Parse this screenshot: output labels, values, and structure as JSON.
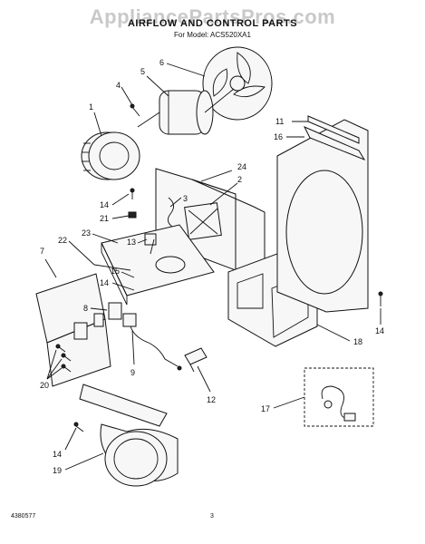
{
  "watermark": "AppliancePartsPros.com",
  "title": "AIRFLOW AND CONTROL PARTS",
  "subtitle": "For Model: ACS520XA1",
  "doc_number": "4380577",
  "page_number": "3",
  "callouts": [
    {
      "id": "c1",
      "label": "1"
    },
    {
      "id": "c2",
      "label": "2"
    },
    {
      "id": "c3",
      "label": "3"
    },
    {
      "id": "c4",
      "label": "4"
    },
    {
      "id": "c5",
      "label": "5"
    },
    {
      "id": "c6",
      "label": "6"
    },
    {
      "id": "c7",
      "label": "7"
    },
    {
      "id": "c8",
      "label": "8"
    },
    {
      "id": "c9",
      "label": "9"
    },
    {
      "id": "c11",
      "label": "11"
    },
    {
      "id": "c12",
      "label": "12"
    },
    {
      "id": "c13",
      "label": "13"
    },
    {
      "id": "c14a",
      "label": "14"
    },
    {
      "id": "c14b",
      "label": "14"
    },
    {
      "id": "c14c",
      "label": "14"
    },
    {
      "id": "c14d",
      "label": "14"
    },
    {
      "id": "c15",
      "label": "15"
    },
    {
      "id": "c16",
      "label": "16"
    },
    {
      "id": "c17",
      "label": "17"
    },
    {
      "id": "c18",
      "label": "18"
    },
    {
      "id": "c19",
      "label": "19"
    },
    {
      "id": "c20",
      "label": "20"
    },
    {
      "id": "c21",
      "label": "21"
    },
    {
      "id": "c22",
      "label": "22"
    },
    {
      "id": "c23",
      "label": "23"
    },
    {
      "id": "c24",
      "label": "24"
    }
  ]
}
